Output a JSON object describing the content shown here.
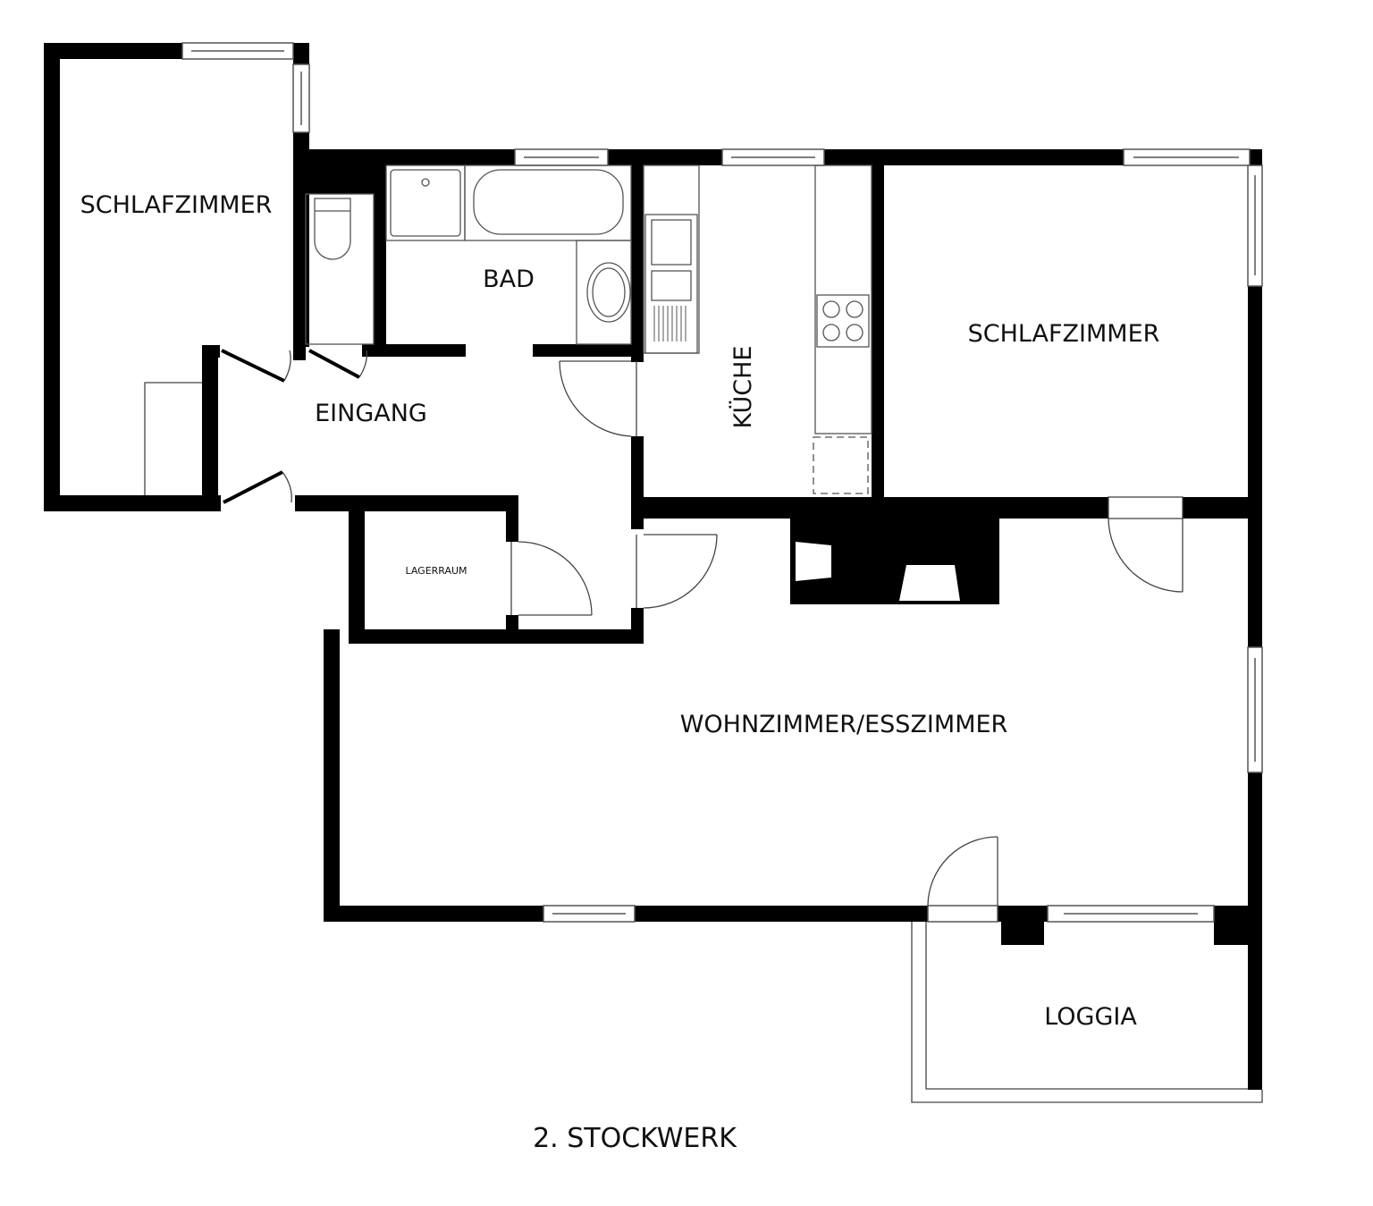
{
  "plan": {
    "floor_label": "2. STOCKWERK",
    "wall_color": "#000000",
    "line_color": "#555555",
    "background": "#ffffff"
  },
  "rooms": {
    "bedroom_left": {
      "label": "SCHLAFZIMMER"
    },
    "bathroom": {
      "label": "BAD"
    },
    "entrance": {
      "label": "EINGANG"
    },
    "kitchen": {
      "label": "KÜCHE"
    },
    "bedroom_right": {
      "label": "SCHLAFZIMMER"
    },
    "storage": {
      "label": "LAGERRAUM"
    },
    "living_dining": {
      "label": "WOHNZIMMER/ESSZIMMER"
    },
    "loggia": {
      "label": "LOGGIA"
    }
  }
}
